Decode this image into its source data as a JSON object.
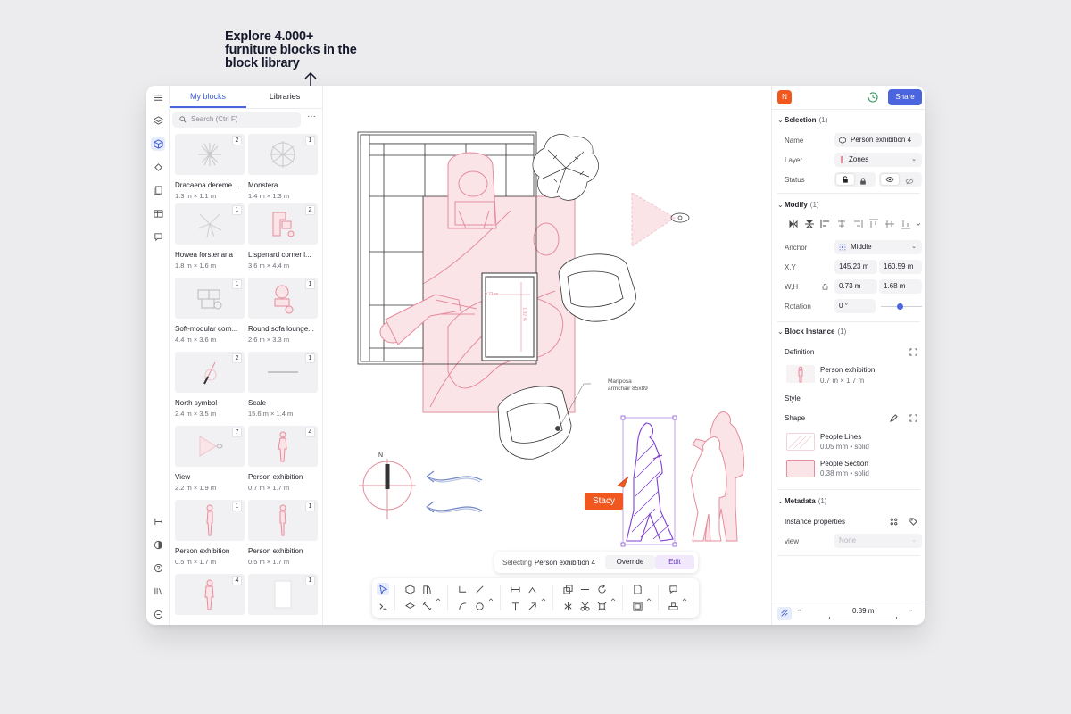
{
  "callout": {
    "lines": [
      "Explore 4.000+",
      "furniture blocks in the",
      "block library"
    ]
  },
  "library": {
    "tabs": [
      "My blocks",
      "Libraries"
    ],
    "search_placeholder": "Search (Ctrl F)",
    "blocks": [
      {
        "name": "Dracaena dereme...",
        "dims": "1.3 m × 1.1 m",
        "count": "2"
      },
      {
        "name": "Monstera",
        "dims": "1.4 m × 1.3 m",
        "count": "1"
      },
      {
        "name": "Howea forsteriana",
        "dims": "1.8 m × 1.6 m",
        "count": "1"
      },
      {
        "name": "Lispenard corner l...",
        "dims": "3.6 m × 4.4 m",
        "count": "2"
      },
      {
        "name": "Soft-modular corn...",
        "dims": "4.4 m × 3.6 m",
        "count": "1"
      },
      {
        "name": "Round sofa lounge...",
        "dims": "2.6 m × 3.3 m",
        "count": "1"
      },
      {
        "name": "North symbol",
        "dims": "2.4 m × 3.5 m",
        "count": "2"
      },
      {
        "name": "Scale",
        "dims": "15.6 m × 1.4 m",
        "count": "1"
      },
      {
        "name": "View",
        "dims": "2.2 m × 1.9 m",
        "count": "7"
      },
      {
        "name": "Person exhibition",
        "dims": "0.7 m × 1.7 m",
        "count": "4"
      },
      {
        "name": "Person exhibition",
        "dims": "0.5 m × 1.7 m",
        "count": "1"
      },
      {
        "name": "Person exhibition",
        "dims": "0.5 m × 1.7 m",
        "count": "1"
      },
      {
        "name": "",
        "dims": "",
        "count": "4"
      },
      {
        "name": "",
        "dims": "",
        "count": "1"
      }
    ]
  },
  "canvas": {
    "table_w_label": "0.71 m",
    "table_h_label": "1.32 m",
    "annotation": [
      "Mariposa",
      "armchair 85x89"
    ],
    "north_label": "N",
    "cursor_label": "Stacy"
  },
  "selection_bar": {
    "prefix": "Selecting",
    "name": "Person exhibition 4",
    "override": "Override",
    "edit": "Edit"
  },
  "panel": {
    "avatar": "N",
    "share": "Share",
    "selection": {
      "title": "Selection",
      "count": "(1)"
    },
    "name_label": "Name",
    "name_value": "Person exhibition 4",
    "layer_label": "Layer",
    "layer_value": "Zones",
    "status_label": "Status",
    "modify": {
      "title": "Modify",
      "count": "(1)"
    },
    "anchor_label": "Anchor",
    "anchor_value": "Middle",
    "xy_label": "X,Y",
    "x_value": "145.23 m",
    "y_value": "160.59 m",
    "wh_label": "W,H",
    "w_value": "0.73 m",
    "h_value": "1.68 m",
    "rotation_label": "Rotation",
    "rotation_value": "0 °",
    "block_instance": {
      "title": "Block Instance",
      "count": "(1)"
    },
    "definition_label": "Definition",
    "def_name": "Person exhibition",
    "def_dims": "0.7 m × 1.7 m",
    "style_label": "Style",
    "shape_label": "Shape",
    "shapes": [
      {
        "name": "People Lines",
        "desc": "0.05 mm • solid"
      },
      {
        "name": "People Section",
        "desc": "0.38 mm • solid"
      }
    ],
    "metadata": {
      "title": "Metadata",
      "count": "(1)"
    },
    "instance_properties": "Instance properties",
    "view_label": "view",
    "view_value": "None",
    "scale_value": "0.89 m"
  },
  "colors": {
    "accent": "#4b64e0",
    "orange": "#f0581f",
    "pink_stroke": "#e58c9b",
    "pink_fill": "#fbe4e8",
    "purple": "#7d3fd0"
  }
}
